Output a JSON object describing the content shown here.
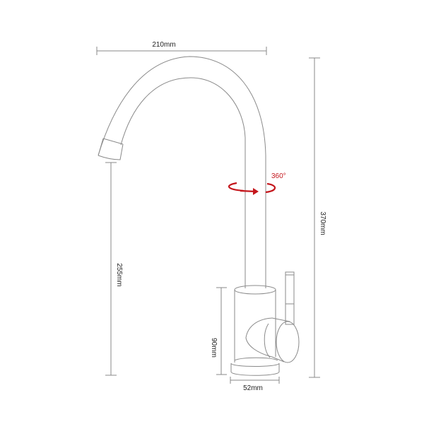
{
  "diagram": {
    "subject": "kitchen faucet technical drawing",
    "colors": {
      "outline": "#8a8a8a",
      "dimension": "#888888",
      "label": "#222222",
      "rotation_accent": "#c4161c",
      "background": "#ffffff"
    },
    "dimensions": {
      "spout_reach": {
        "label": "210mm",
        "orientation": "horizontal"
      },
      "spout_height": {
        "label": "255mm",
        "orientation": "vertical"
      },
      "total_height": {
        "label": "370mm",
        "orientation": "vertical"
      },
      "body_height": {
        "label": "90mm",
        "orientation": "vertical"
      },
      "base_diameter": {
        "label": "52mm",
        "orientation": "horizontal"
      }
    },
    "rotation": {
      "label": "360°",
      "icon": "rotation-arrow-icon"
    }
  }
}
